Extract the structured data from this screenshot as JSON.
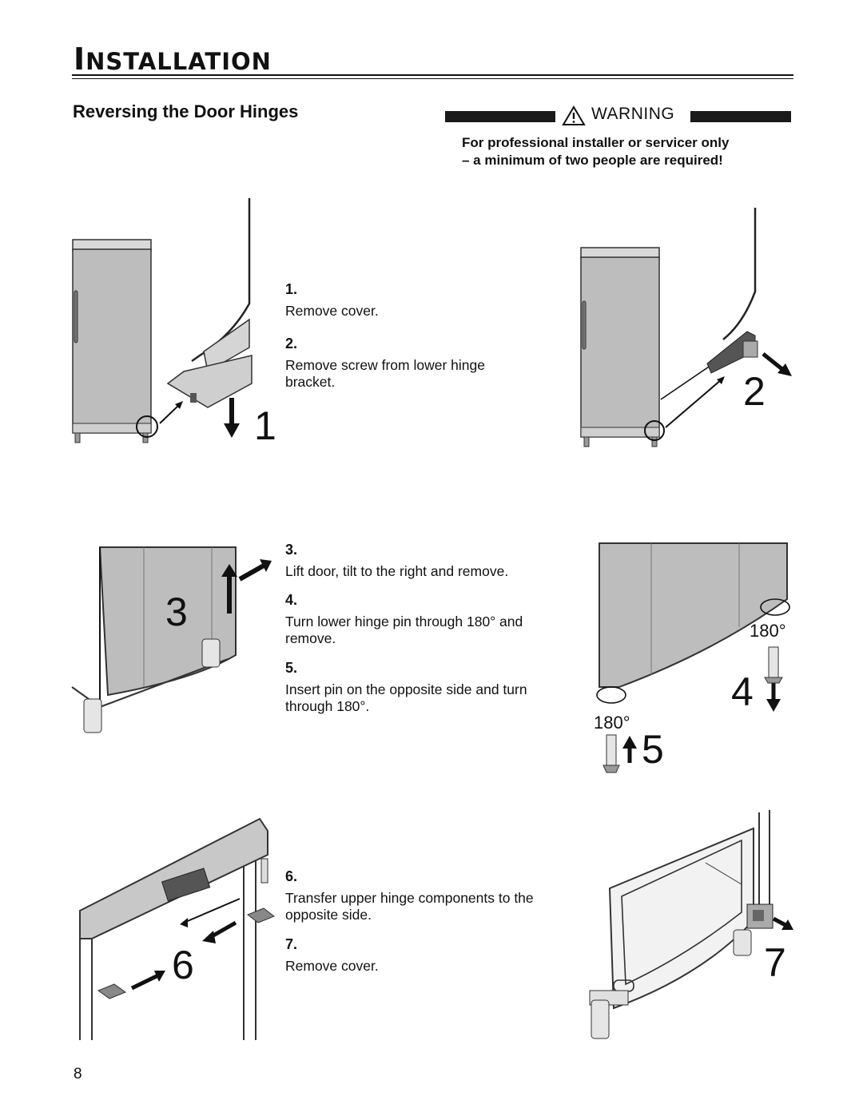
{
  "header": {
    "title_initial": "I",
    "title_rest": "NSTALLATION"
  },
  "section": {
    "title": "Reversing the Door Hinges"
  },
  "warning": {
    "label": "WARNING",
    "note_line1": "For professional installer or servicer only",
    "note_line2": "– a minimum of two people are required!"
  },
  "steps": [
    {
      "num": "1.",
      "text": "Remove cover."
    },
    {
      "num": "2.",
      "text": "Remove screw  from lower hinge bracket."
    },
    {
      "num": "3.",
      "text": "Lift door, tilt to the right and remove."
    },
    {
      "num": "4.",
      "text": "Turn lower hinge pin through 180° and remove."
    },
    {
      "num": "5.",
      "text": "Insert pin on the opposite side and turn through 180°."
    },
    {
      "num": "6.",
      "text": "Transfer upper hinge components to the opposite side."
    },
    {
      "num": "7.",
      "text": "Remove cover."
    }
  ],
  "figures": {
    "fig1_label": "1",
    "fig2_label": "2",
    "fig3_label": "3",
    "fig4_label": "4",
    "fig5_label": "5",
    "fig6_label": "6",
    "fig7_label": "7",
    "rotation_label_upper": "180°",
    "rotation_label_lower": "180°"
  },
  "icons": [
    "warning-triangle-icon"
  ],
  "page_number": "8"
}
